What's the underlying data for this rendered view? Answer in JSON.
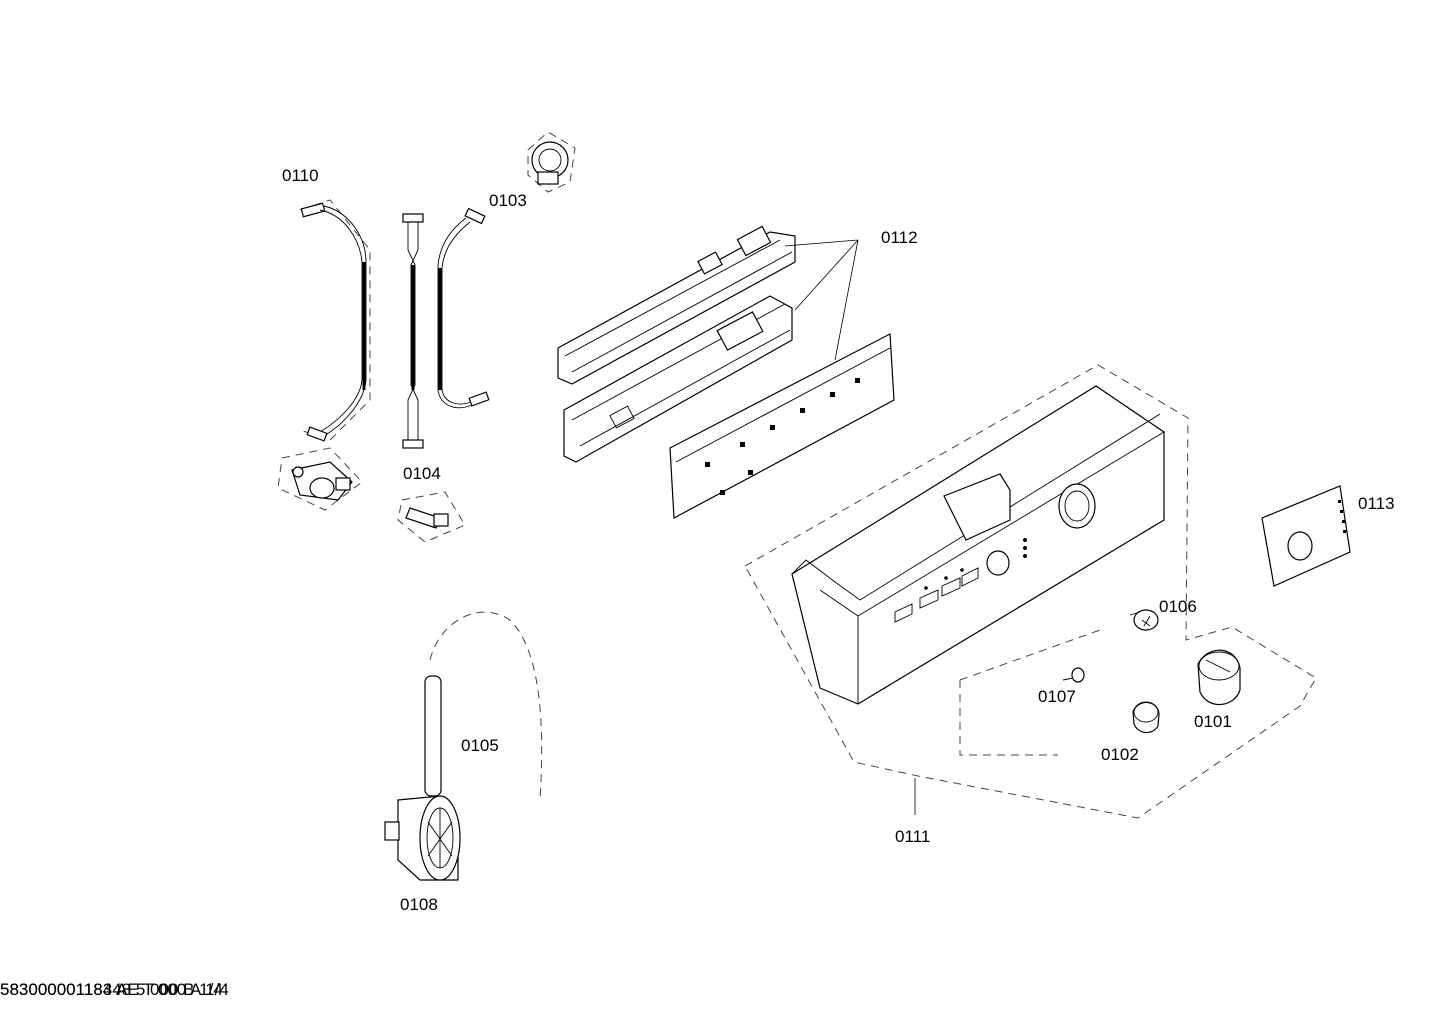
{
  "labels": {
    "p0110": "0110",
    "p0103": "0103",
    "p0112": "0112",
    "p0104": "0104",
    "p0113": "0113",
    "p0106": "0106",
    "p0107": "0107",
    "p0101": "0101",
    "p0102": "0102",
    "p0105": "0105",
    "p0111": "0111",
    "p0108": "0108"
  },
  "footer": {
    "text_a": "583000001183 AE T 000 A 1/4",
    "text_b": "58300000118448 5 000 B 1/4"
  }
}
